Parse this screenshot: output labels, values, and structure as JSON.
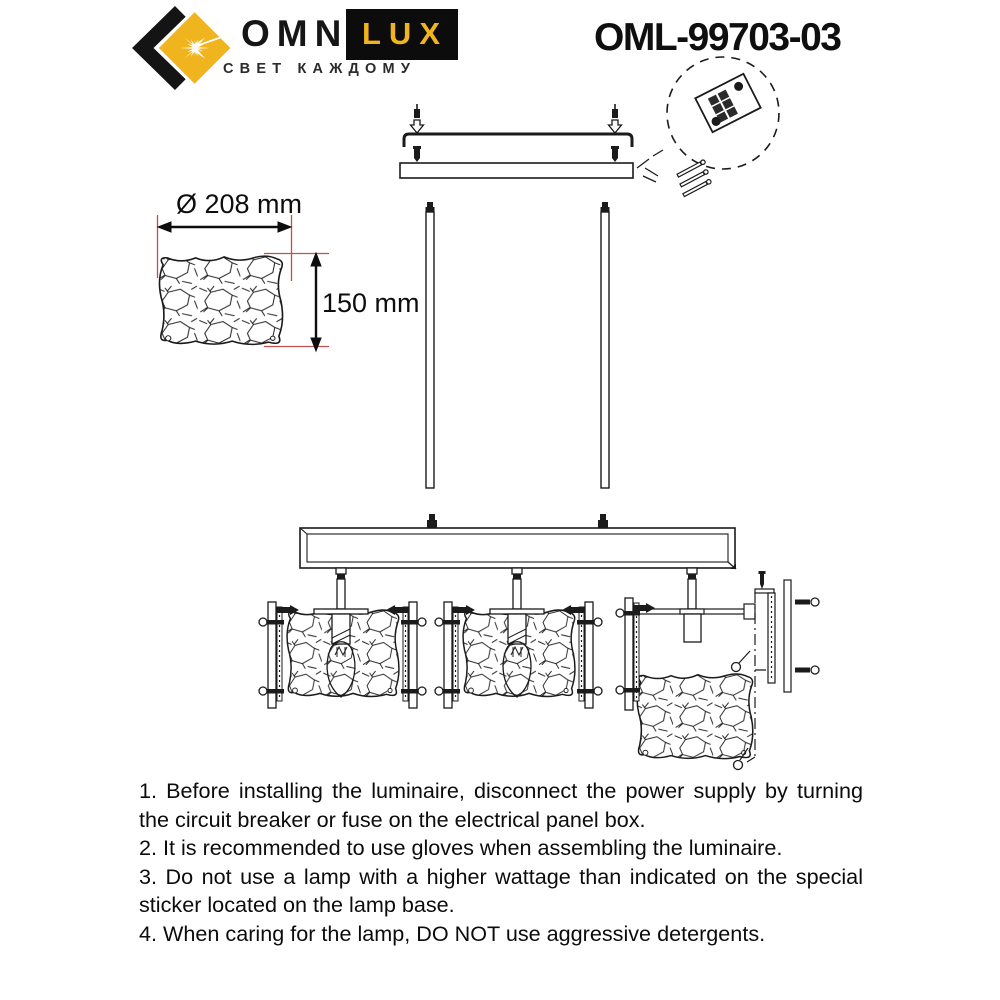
{
  "header": {
    "brand": {
      "word1": "OMNI",
      "word2": "LUX",
      "tagline": "СВЕТ КАЖДОМУ"
    },
    "model": "OML-99703-03"
  },
  "diagram": {
    "dimension_width": "Ø 208 mm",
    "dimension_height": "150 mm"
  },
  "colors": {
    "brand_yellow": "#F0B41E",
    "line_black": "#1b1b1b",
    "dimension_red": "#C0504D"
  },
  "instructions": [
    "1. Before installing the luminaire, disconnect the power supply by turning the circuit breaker or fuse on the electrical panel box.",
    "2. It is recommended to use gloves when assembling the luminaire.",
    "3. Do not use a lamp with a higher wattage than indicated on the special sticker located on the lamp base.",
    "4. When caring for the lamp, DO NOT use aggressive detergents."
  ]
}
